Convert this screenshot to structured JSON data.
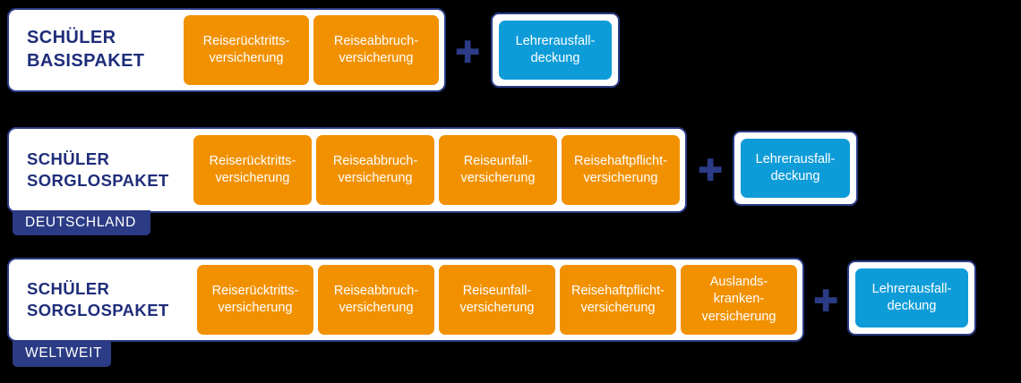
{
  "colors": {
    "brand_dark_blue": "#2b3b85",
    "title_blue": "#1f2d7a",
    "chip_orange": "#f29100",
    "addon_cyan": "#0e9cd9",
    "panel_white": "#ffffff",
    "background": "#000000"
  },
  "plus_glyph": "✚",
  "rows": [
    {
      "id": "basispaket",
      "title": "SCHÜLER\nBASISPAKET",
      "region_badge": null,
      "chips": [
        {
          "label": "Reiserücktritts-\nversicherung"
        },
        {
          "label": "Reiseabbruch-\nversicherung"
        }
      ],
      "addon": {
        "label": "Lehrerausfall-\ndeckung"
      }
    },
    {
      "id": "sorglospaket-deutschland",
      "title": "SCHÜLER\nSORGLOSPAKET",
      "region_badge": "DEUTSCHLAND",
      "chips": [
        {
          "label": "Reiserücktritts-\nversicherung"
        },
        {
          "label": "Reiseabbruch-\nversicherung"
        },
        {
          "label": "Reiseunfall-\nversicherung"
        },
        {
          "label": "Reisehaftpflicht-\nversicherung"
        }
      ],
      "addon": {
        "label": "Lehrerausfall-\ndeckung"
      }
    },
    {
      "id": "sorglospaket-weltweit",
      "title": "SCHÜLER\nSORGLOSPAKET",
      "region_badge": "WELTWEIT",
      "chips": [
        {
          "label": "Reiserücktritts-\nversicherung"
        },
        {
          "label": "Reiseabbruch-\nversicherung"
        },
        {
          "label": "Reiseunfall-\nversicherung"
        },
        {
          "label": "Reisehaftpflicht-\nversicherung"
        },
        {
          "label": "Auslands-\nkranken-\nversicherung"
        }
      ],
      "addon": {
        "label": "Lehrerausfall-\ndeckung"
      }
    }
  ]
}
